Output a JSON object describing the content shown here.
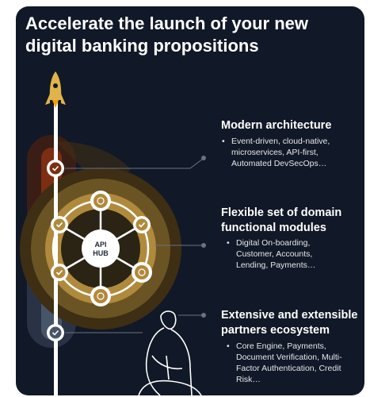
{
  "headline": "Accelerate the launch of your new digital banking propositions",
  "hub": {
    "line1": "API",
    "line2": "HUB"
  },
  "sections": [
    {
      "title": "Modern architecture",
      "bullets": [
        "Event-driven, cloud-native, microservices, API-first, Automated DevSecOps…"
      ]
    },
    {
      "title": "Flexible set of domain functional modules",
      "bullets": [
        "Digital On-boarding, Customer, Accounts, Lending, Payments…"
      ]
    },
    {
      "title": "Extensive and extensible partners ecosystem",
      "bullets": [
        "Core Engine, Payments, Document Verification, Multi-Factor Authentication, Credit Risk…"
      ]
    }
  ],
  "colors": {
    "background": "#111827",
    "rust": "#7c2d12",
    "gold": "#b08a3c",
    "steel": "#475569",
    "rocket": "#e0b44a"
  },
  "icons": [
    "rocket-icon",
    "checkmark-icon",
    "module-icon",
    "person-icon"
  ]
}
